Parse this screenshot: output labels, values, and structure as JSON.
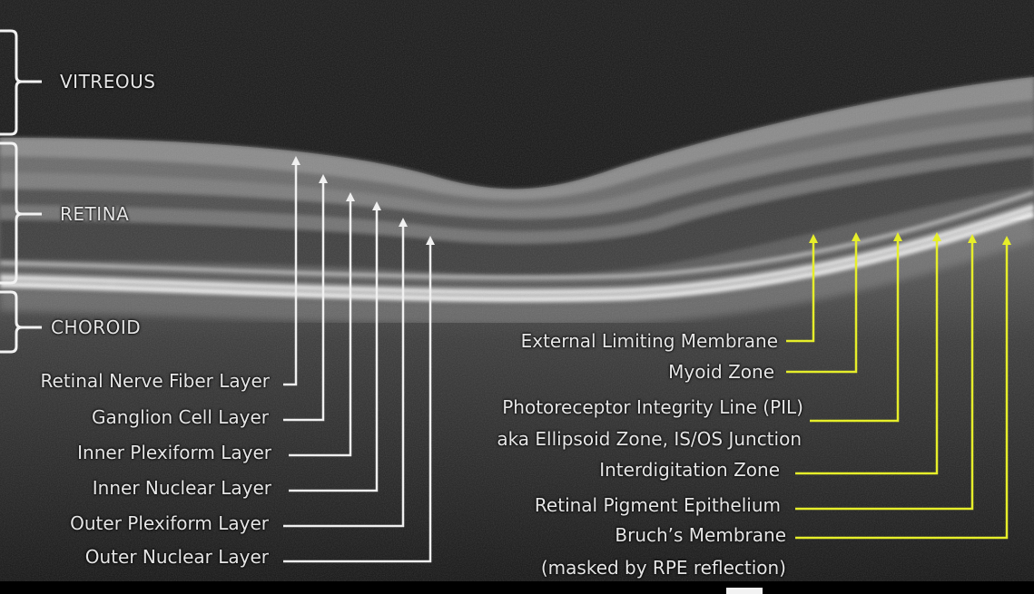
{
  "regions": {
    "vitreous": "VITREOUS",
    "retina": "RETINA",
    "choroid": "CHOROID"
  },
  "inner_layers": [
    "Retinal Nerve Fiber Layer",
    "Ganglion Cell Layer",
    "Inner Plexiform Layer",
    "Inner Nuclear Layer",
    "Outer Plexiform Layer",
    "Outer Nuclear Layer"
  ],
  "outer_layers": [
    "External Limiting Membrane",
    "Myoid Zone",
    "Photoreceptor Integrity Line (PIL)",
    "aka Ellipsoid Zone, IS/OS Junction",
    "Interdigitation Zone",
    "Retinal Pigment Epithelium",
    "Bruch’s Membrane",
    "(masked by RPE reflection)"
  ],
  "colors": {
    "inner_arrow": "#f0f0f0",
    "outer_arrow": "#e6ee2a",
    "label_text": "#e6e6e6"
  }
}
